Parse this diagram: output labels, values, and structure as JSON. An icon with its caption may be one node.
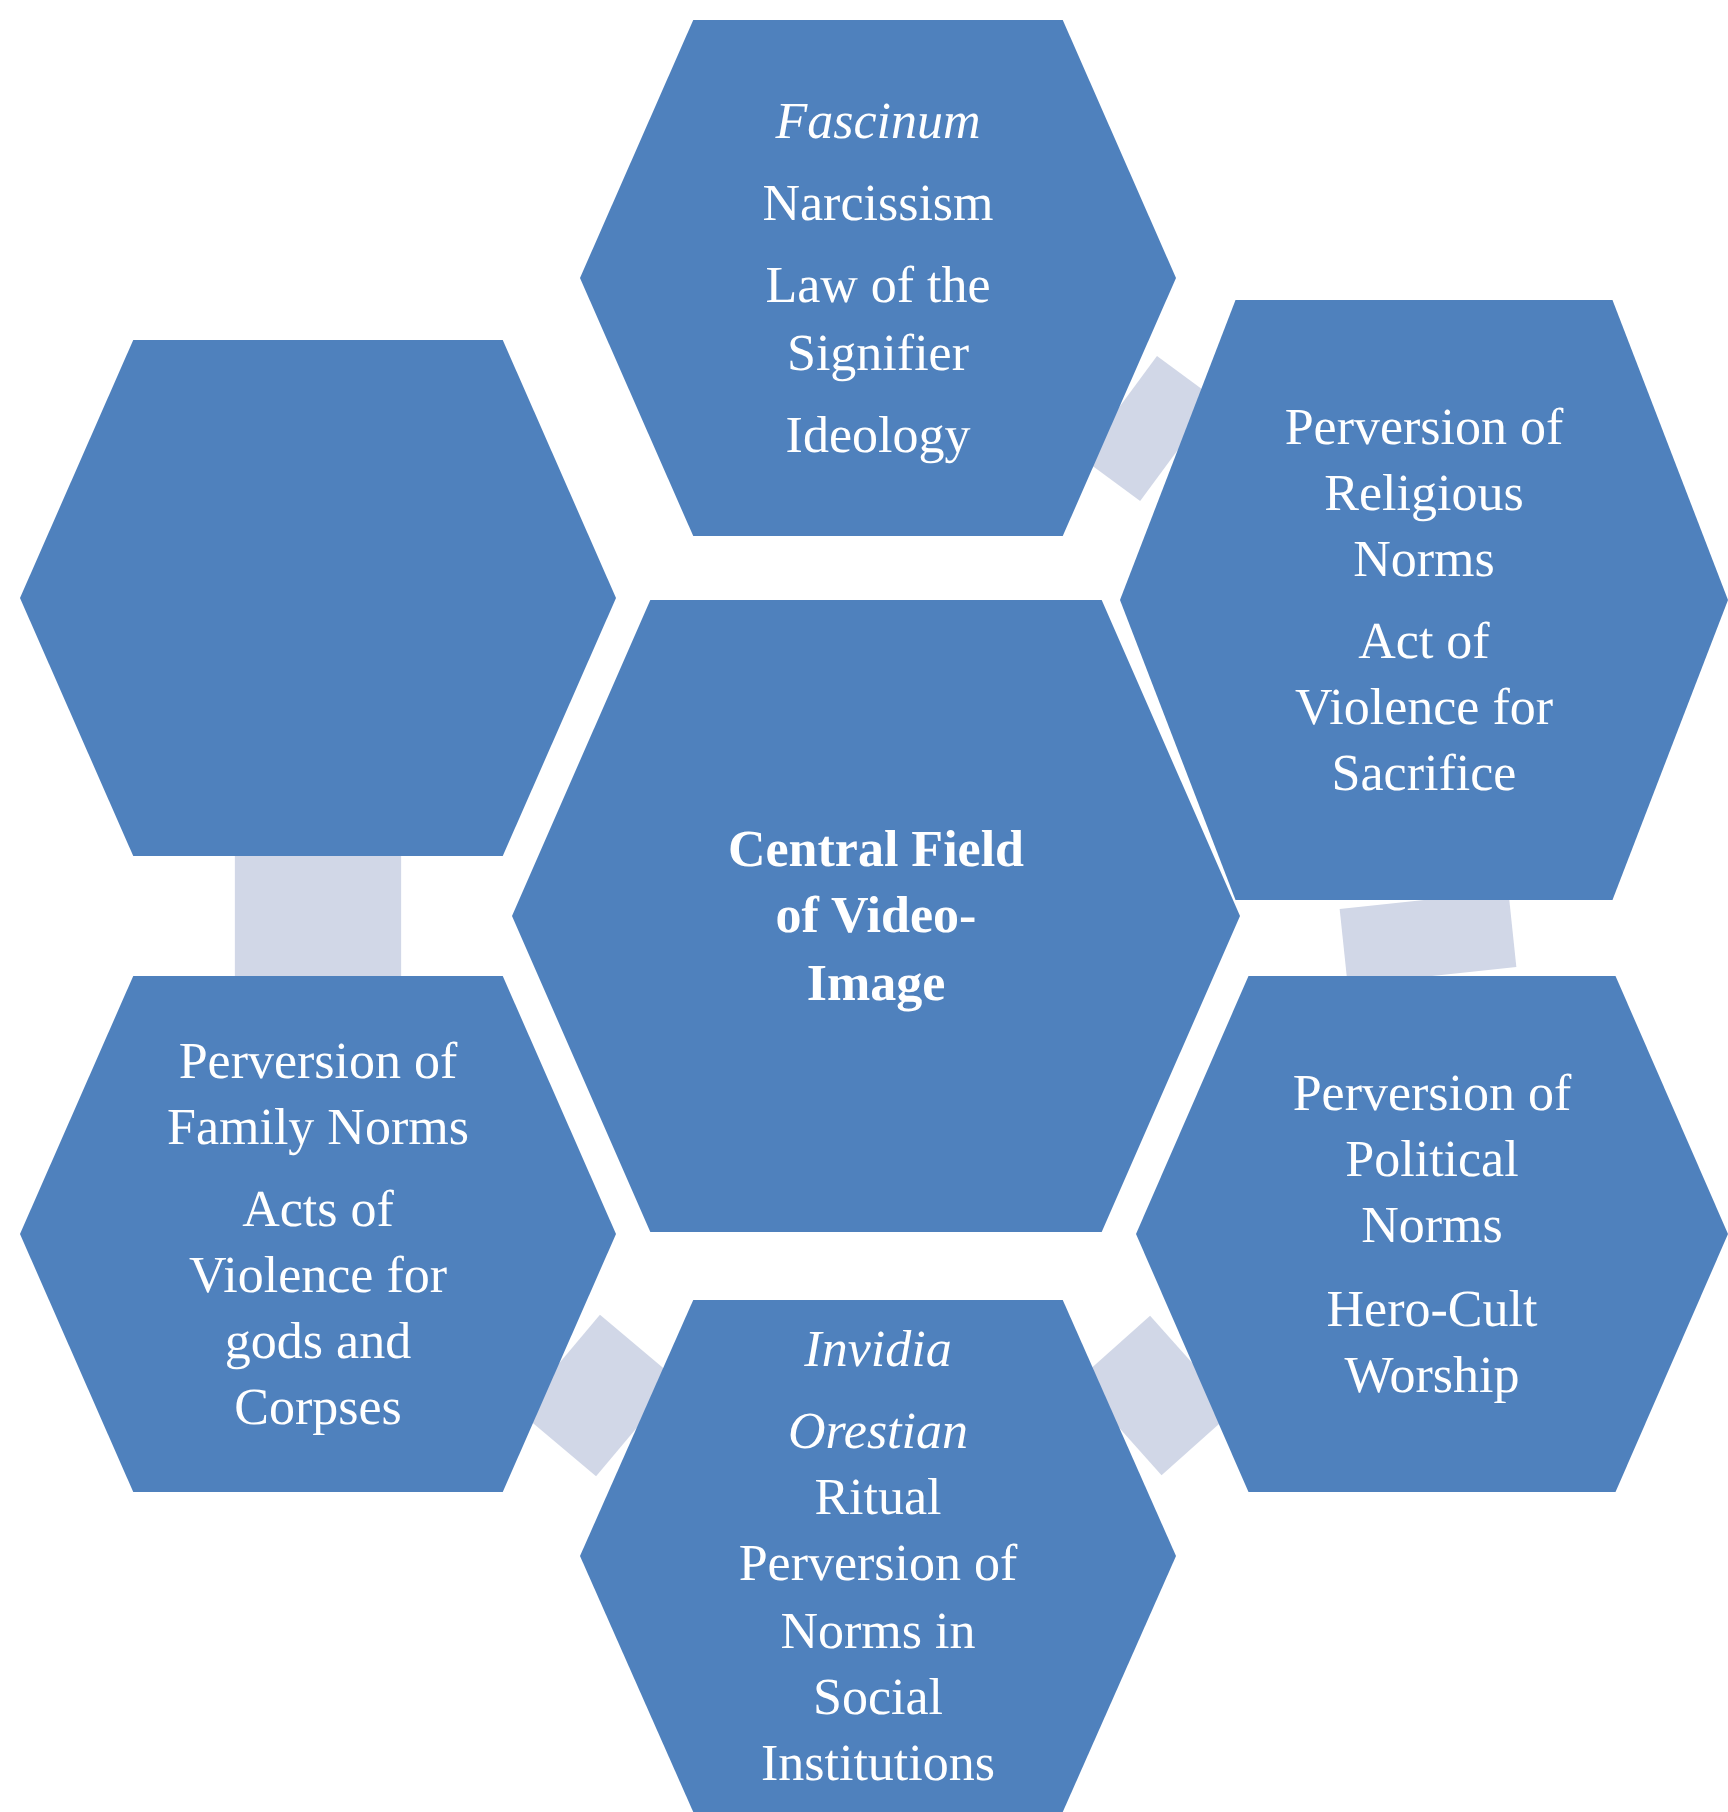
{
  "diagram": {
    "nodes": [
      {
        "text": [
          "Fascinum",
          "Narcissism",
          "Law of the Signifier",
          "Ideology"
        ]
      },
      {
        "text": [
          "Perversion of Religious Norms",
          "Act of Violence for Sacrifice"
        ]
      },
      {
        "text": [],
        "shape": "hexagon"
      },
      {
        "text": [
          "Central Field of Video-Image"
        ]
      },
      {
        "text": [
          "Perversion of Family Norms",
          "Acts of Violence for gods and Corpses"
        ]
      },
      {
        "text": [
          "Perversion of Political Norms",
          "Hero-Cult Worship"
        ]
      },
      {
        "text": [
          "Invidia",
          "*Orestian* Ritual Perversion of Norms in Social Institutions"
        ]
      }
    ],
    "edges": [
      {
        "from": 0,
        "to": 1,
        "arrow": "none"
      },
      {
        "from": 1,
        "to": 5,
        "arrow": "none"
      },
      {
        "from": 5,
        "to": 6,
        "arrow": "none"
      },
      {
        "from": 6,
        "to": 4,
        "arrow": "none"
      },
      {
        "from": 4,
        "to": 2,
        "arrow": "none"
      }
    ]
  }
}
